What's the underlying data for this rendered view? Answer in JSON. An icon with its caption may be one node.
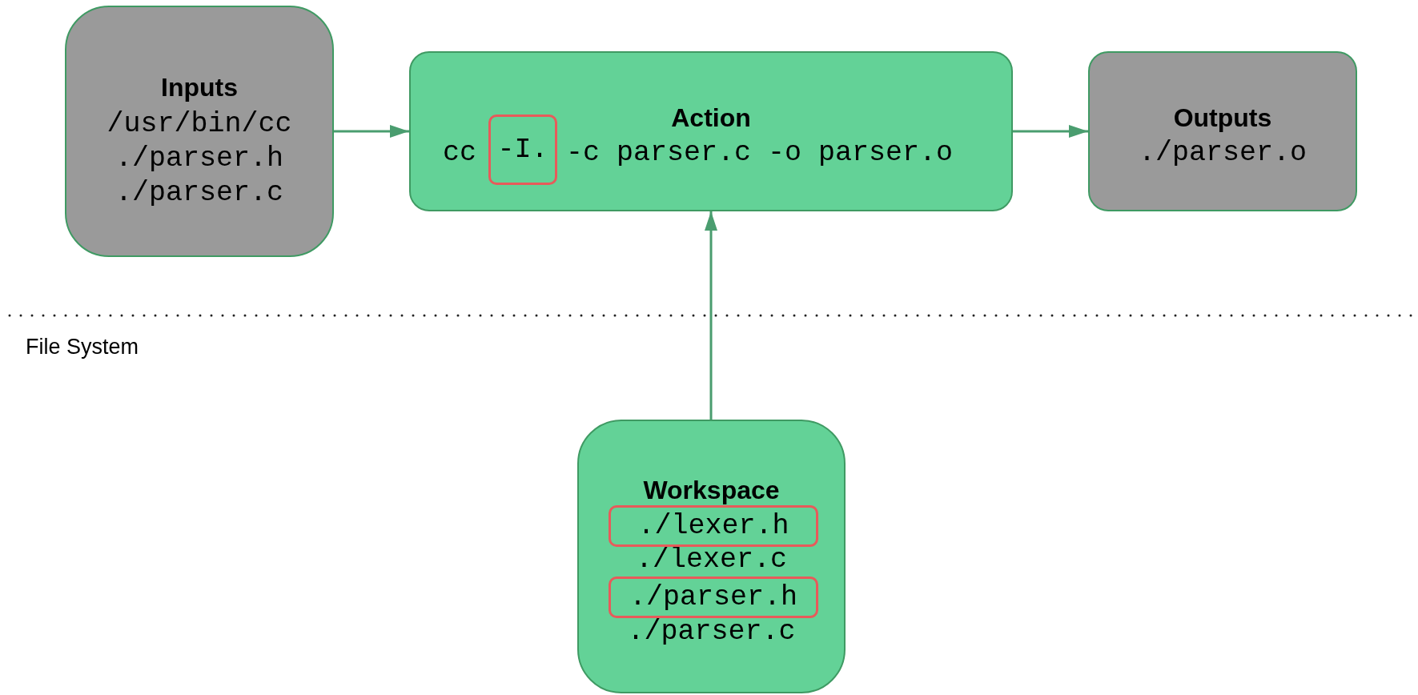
{
  "diagram": {
    "nodes": [
      {
        "text": [
          "Inputs",
          "/usr/bin/cc",
          "./parser.h",
          "./parser.c"
        ]
      },
      {
        "text": [
          "Action",
          "cc",
          "-c parser.c -o parser.o"
        ]
      },
      {
        "text": [
          "-I."
        ],
        "in": 1
      },
      {
        "text": [
          "Outputs",
          "./parser.o"
        ]
      },
      {
        "text": [
          "Workspace",
          "./lexer.c",
          "./parser.c"
        ]
      },
      {
        "text": [
          "./lexer.h"
        ],
        "in": 4
      },
      {
        "text": [
          "./parser.h"
        ],
        "in": 4
      }
    ],
    "edges": [
      {
        "from": 0,
        "to": 1,
        "arrow": "to"
      },
      {
        "from": 1,
        "to": 3,
        "arrow": "to"
      },
      {
        "from": 4,
        "to": 1,
        "arrow": "to"
      }
    ],
    "labels": [
      "File System"
    ]
  }
}
